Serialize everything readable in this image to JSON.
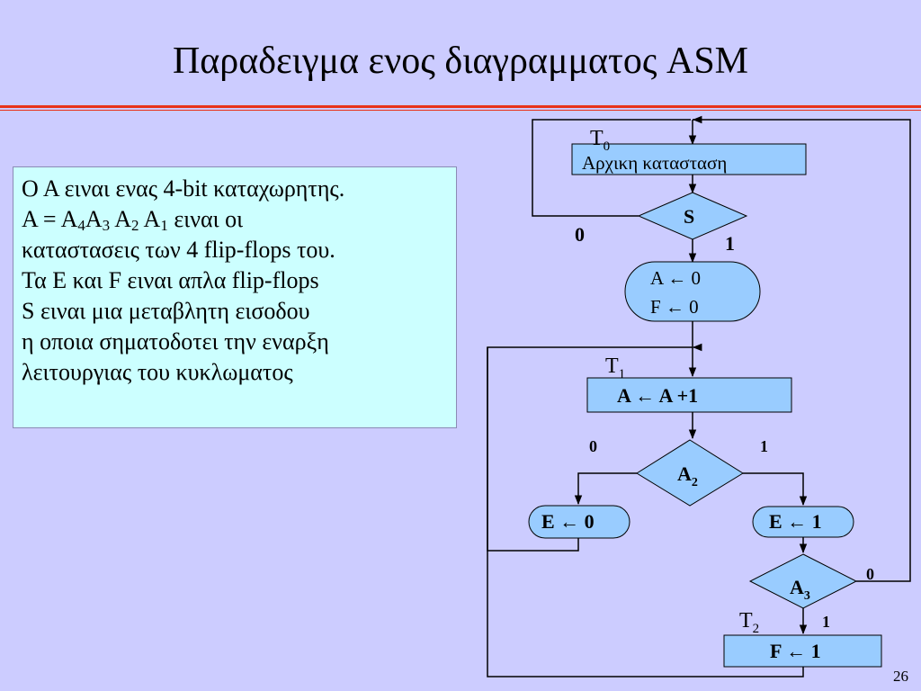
{
  "title": "Παραδειγμα ενος διαγραμματος ASM",
  "description": {
    "line1": "Ο Α ειναι ενας 4-bit καταχωρητης.",
    "line2": {
      "a": "Α = Α",
      "s4": "4",
      "b": "Α",
      "s3": "3",
      "c": " Α",
      "s2": "2",
      "d": " Α",
      "s1": "1",
      "e": " ειναι οι"
    },
    "line3": "καταστασεις των 4 flip-flops του.",
    "line4": "Τα E και F ειναι απλα flip-flops",
    "line5": "S ειναι μια μεταβλητη εισοδου",
    "line6": "η οποια σηματοδοτει την εναρξη",
    "line7": "λειτουργιας του κυκλωματος"
  },
  "diagram": {
    "t0": {
      "letter": "T",
      "sub": "0"
    },
    "t1": {
      "letter": "T",
      "sub": "1"
    },
    "t2": {
      "letter": "T",
      "sub": "2"
    },
    "init_state": "Αρχικη κατασταση",
    "s_decision": "S",
    "s_zero": "0",
    "s_one": "1",
    "reset_line1": "A ← 0",
    "reset_line2": "F  ← 0",
    "increment": "A ← A +1",
    "a2_zero": "0",
    "a2_one": "1",
    "a2": {
      "letter": "A",
      "sub": "2"
    },
    "e_clear": "E ← 0",
    "e_set": "E ← 1",
    "a3": {
      "letter": "A",
      "sub": "3"
    },
    "a3_zero": "0",
    "a3_one": "1",
    "f_set": "F ← 1"
  },
  "page_number": "26",
  "colors": {
    "background": "#ccccff",
    "text_box": "#ccffff",
    "state_box": "#99ccff",
    "title_rule": "#e8331a"
  }
}
